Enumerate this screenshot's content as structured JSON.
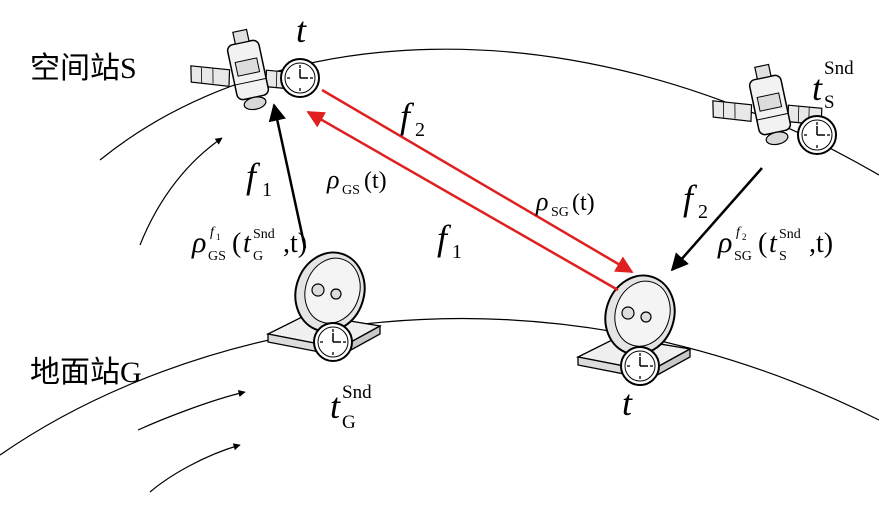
{
  "labels": {
    "space_station": "空间站S",
    "ground_station": "地面站G"
  },
  "annotations": {
    "t_top": "t",
    "t_bottom": "t",
    "t_S_Snd": {
      "base": "t",
      "sub": "S",
      "sup": "Snd"
    },
    "t_G_Snd": {
      "base": "t",
      "sub": "G",
      "sup": "Snd"
    },
    "f1_left": {
      "base": "f",
      "sub": "1"
    },
    "f2_red": {
      "base": "f",
      "sub": "2"
    },
    "f1_red": {
      "base": "f",
      "sub": "1"
    },
    "f2_right": {
      "base": "f",
      "sub": "2"
    },
    "rho_GS_t": {
      "rho": "ρ",
      "sub": "GS",
      "arg": "(t)"
    },
    "rho_SG_t": {
      "rho": "ρ",
      "sub": "SG",
      "arg": "(t)"
    },
    "rho_GS_f1": {
      "rho": "ρ",
      "sub": "GS",
      "sup_f": "f",
      "sup_f_sub": "1",
      "open": "(",
      "t": "t",
      "t_sub": "G",
      "t_sup": "Snd",
      "close": ",t)"
    },
    "rho_SG_f2": {
      "rho": "ρ",
      "sub": "SG",
      "sup_f": "f",
      "sup_f_sub": "2",
      "open": "(",
      "t": "t",
      "t_sub": "S",
      "t_sup": "Snd",
      "close": ",t)"
    }
  },
  "colors": {
    "link_red": "#e02020",
    "link_black": "#000000",
    "orbit": "#000000"
  }
}
